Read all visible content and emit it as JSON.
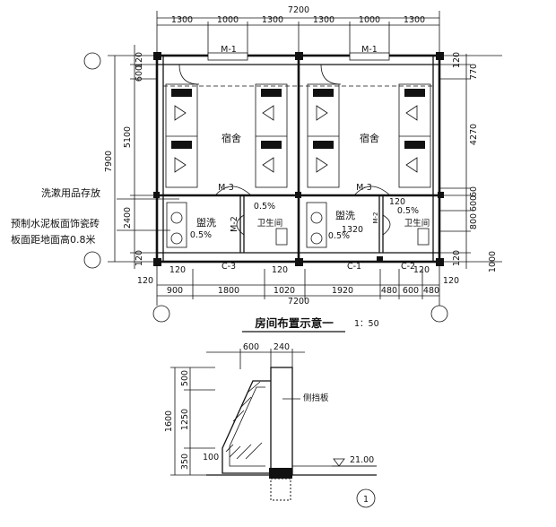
{
  "plan": {
    "top_dims": [
      "1300",
      "1000",
      "1300",
      "1300",
      "1000",
      "1300"
    ],
    "top_total": "7200",
    "bottom_dims": [
      "900",
      "1800",
      "1020",
      "1920",
      "480",
      "600",
      "480"
    ],
    "bottom_total": "7200",
    "bottom_small": [
      "120",
      "120",
      "120",
      "120",
      "120"
    ],
    "left_dims": [
      "120",
      "600",
      "5100",
      "2400",
      "120"
    ],
    "left_total": "7900",
    "right_dims": [
      "120",
      "770",
      "4270",
      "60",
      "600",
      "800",
      "1000",
      "120"
    ],
    "room_dorm": "宿舍",
    "room_wash": "盥洗",
    "room_toilet": "卫生间",
    "slopes": [
      "0.5%",
      "0.5%",
      "0.5%",
      "0.5%"
    ],
    "doors": [
      "M-1",
      "M-1",
      "M-3",
      "M-3",
      "M-2",
      "M-2"
    ],
    "windows": [
      "C-3",
      "C-1",
      "C-2"
    ],
    "inner_dims": [
      "1320",
      "120"
    ],
    "annotations": [
      "洗漱用品存放",
      "预制水泥板面饰瓷砖",
      "板面距地面高0.8米"
    ],
    "title": "房间布置示意一",
    "scale": "1：50"
  },
  "detail": {
    "top_dims": [
      "600",
      "240"
    ],
    "left_dims": [
      "500",
      "1250",
      "350"
    ],
    "left_total": "1600",
    "label": "侧挡板",
    "dim_100": "100",
    "elevation": "21.00",
    "ref": "1"
  }
}
